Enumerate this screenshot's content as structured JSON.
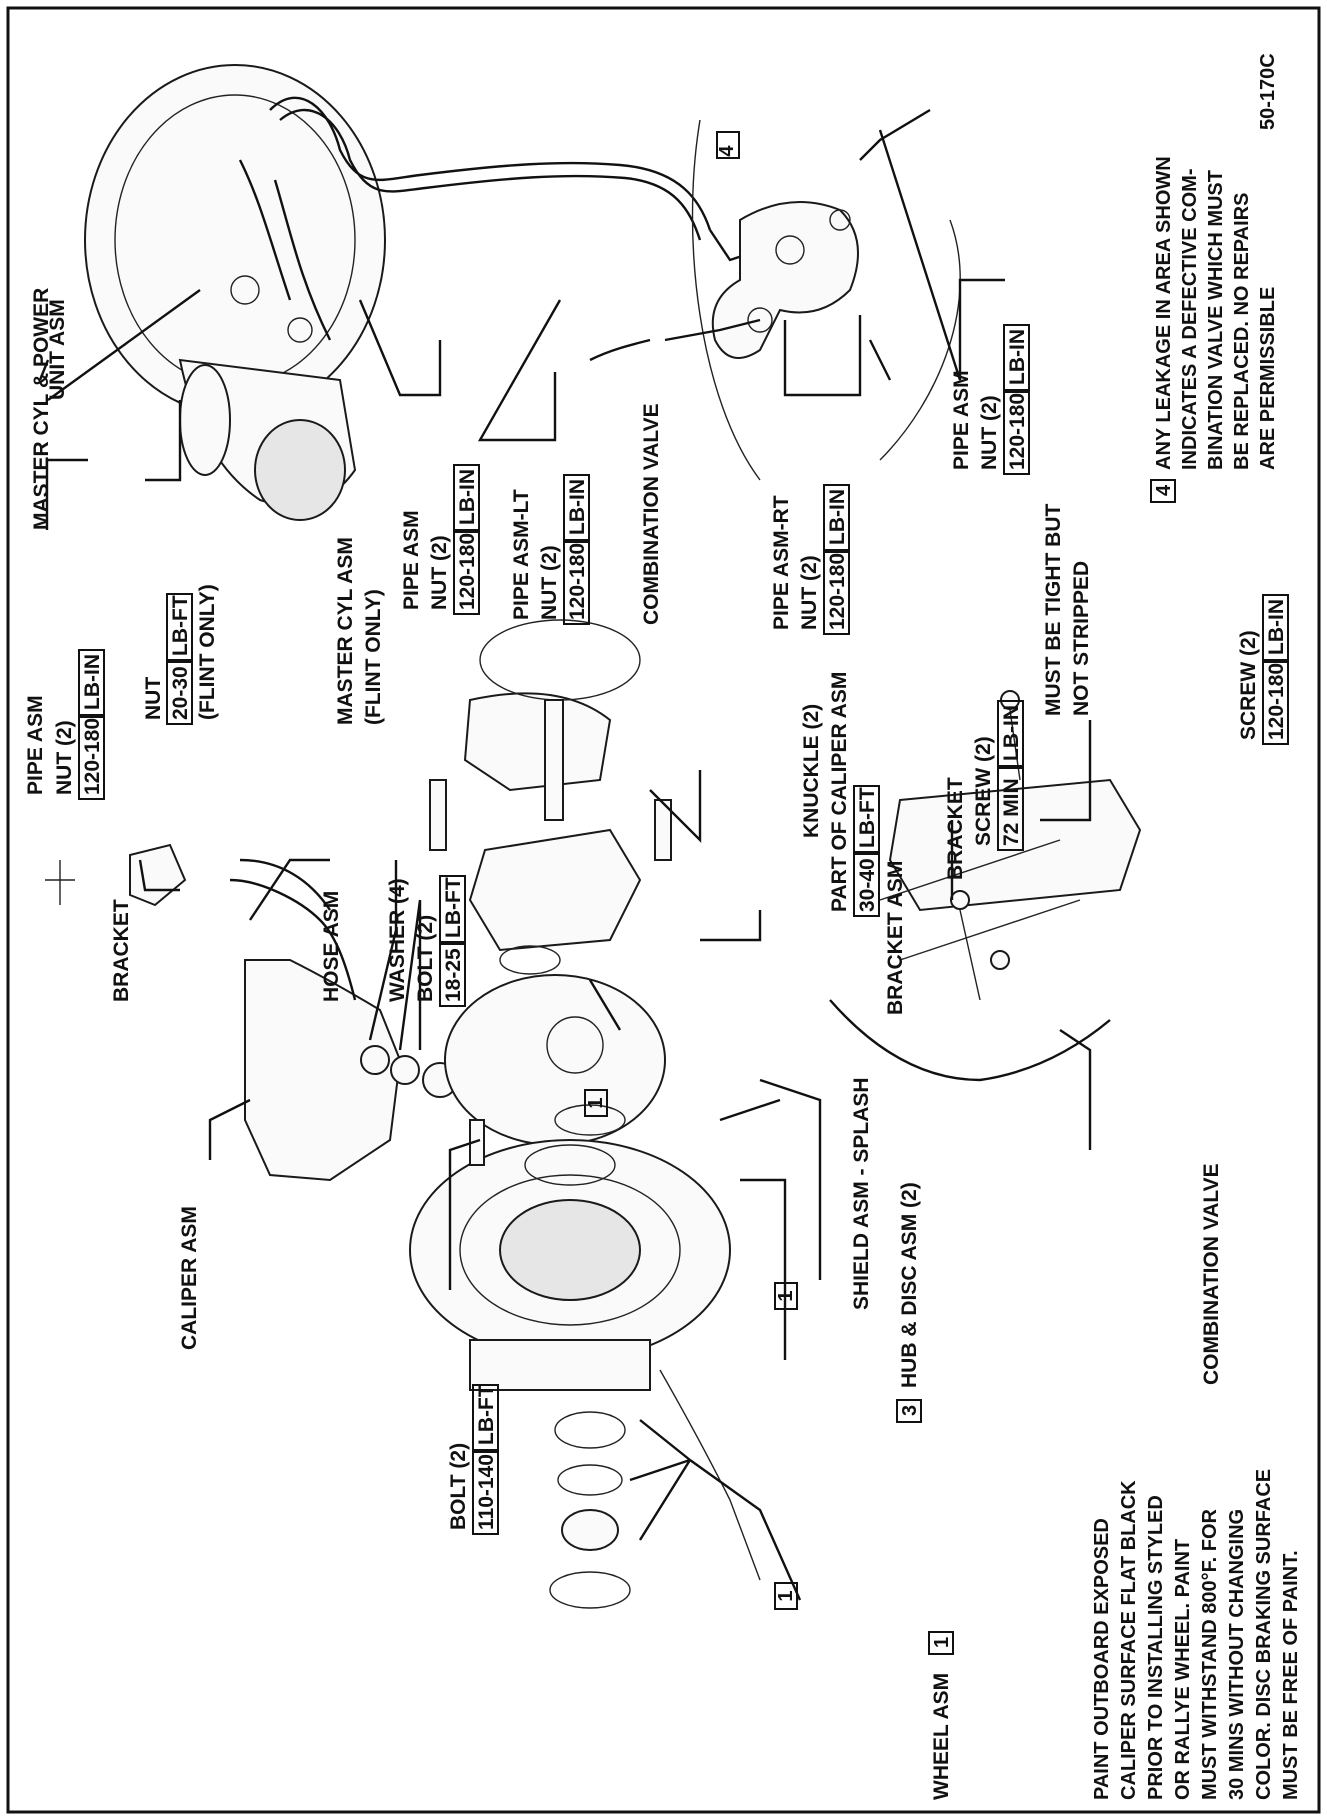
{
  "labels": {
    "master_cyl_power_unit": "MASTER CYL & POWER",
    "master_cyl_power_unit_2": "UNIT ASM",
    "pipe_asm_1": "PIPE ASM",
    "nut_2_a": "NUT (2)",
    "torque_a_val": "120-180",
    "torque_a_unit": "LB-IN",
    "nut_flint": "NUT",
    "torque_flint_val": "20-30",
    "torque_flint_unit": "LB-FT",
    "flint_only_a": "(FLINT ONLY)",
    "master_cyl_asm": "MASTER CYL ASM",
    "flint_only_b": "(FLINT ONLY)",
    "pipe_asm_2": "PIPE ASM",
    "nut_2_b": "NUT (2)",
    "torque_b_val": "120-180",
    "torque_b_unit": "LB-IN",
    "pipe_asm_lt": "PIPE ASM-LT",
    "nut_2_c": "NUT (2)",
    "torque_c_val": "120-180",
    "torque_c_unit": "LB-IN",
    "combination_valve_1": "COMBINATION VALVE",
    "pipe_asm_rt": "PIPE ASM-RT",
    "nut_2_d": "NUT (2)",
    "torque_d_val": "120-180",
    "torque_d_unit": "LB-IN",
    "pipe_asm_3": "PIPE ASM",
    "nut_2_e": "NUT (2)",
    "torque_e_val": "120-180",
    "torque_e_unit": "LB-IN",
    "note4_num": "4",
    "note4_line1": "ANY LEAKAGE IN AREA SHOWN",
    "note4_line2": "INDICATES A DEFECTIVE COM-",
    "note4_line3": "BINATION VALVE WHICH MUST",
    "note4_line4": "BE REPLACED.  NO REPAIRS",
    "note4_line5": "ARE PERMISSIBLE",
    "fig_id": "50-170C",
    "callout4": "4",
    "bracket_top": "BRACKET",
    "hose_asm": "HOSE ASM",
    "washer_4": "WASHER (4)",
    "bolt_2_a": "BOLT (2)",
    "torque_bolt_a_val": "18-25",
    "torque_bolt_a_unit": "LB-FT",
    "knuckle_2": "KNUCKLE (2)",
    "part_of_caliper": "PART OF CALIPER ASM",
    "torque_cal_val": "30-40",
    "torque_cal_unit": "LB-FT",
    "bracket_asm": "BRACKET ASM",
    "bracket_b": "BRACKET",
    "screw_2_a": "SCREW (2)",
    "torque_screw_a_val": "72 MIN",
    "torque_screw_a_unit": "LB-IN",
    "must_be_tight": "MUST BE TIGHT BUT",
    "not_stripped": "NOT STRIPPED",
    "screw_2_b": "SCREW (2)",
    "torque_screw_b_val": "120-180",
    "torque_screw_b_unit": "LB-IN",
    "caliper_asm": "CALIPER ASM",
    "bolt_2_b": "BOLT (2)",
    "torque_bolt_b_val": "110-140",
    "torque_bolt_b_unit": "LB-FT",
    "callout1_a": "1",
    "callout1_b": "1",
    "callout1_c": "1",
    "callout1_d": "1",
    "shield_asm": "SHIELD ASM - SPLASH",
    "hub_disc_num": "3",
    "hub_disc": "HUB & DISC ASM (2)",
    "combination_valve_2": "COMBINATION VALVE",
    "wheel_asm": "WHEEL ASM",
    "paint_line1": "PAINT OUTBOARD EXPOSED",
    "paint_line2": "CALIPER SURFACE FLAT BLACK",
    "paint_line3": "PRIOR TO INSTALLING STYLED",
    "paint_line4": "OR RALLYE WHEEL.  PAINT",
    "paint_line5": "MUST WITHSTAND 800°F.  FOR",
    "paint_line6": "30 MINS WITHOUT CHANGING",
    "paint_line7": "COLOR.  DISC BRAKING SURFACE",
    "paint_line8": "MUST BE FREE OF PAINT."
  }
}
